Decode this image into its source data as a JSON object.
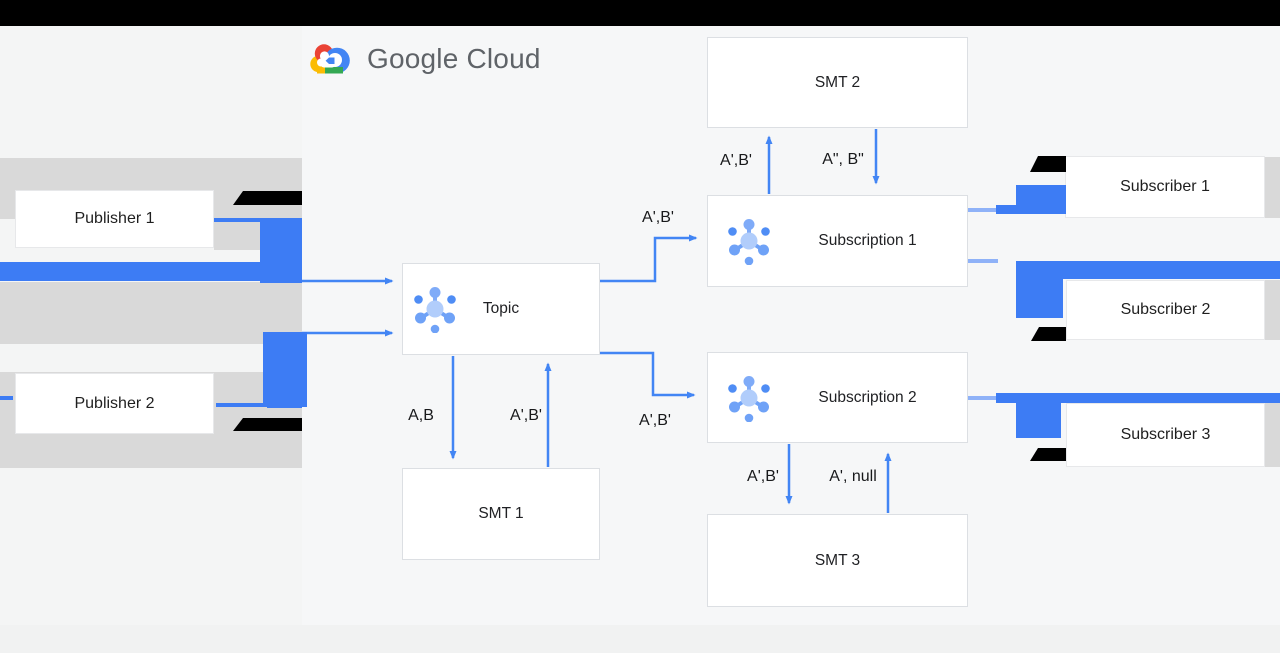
{
  "header": {
    "logo_text": "Google Cloud"
  },
  "nodes": {
    "publisher1": "Publisher 1",
    "publisher2": "Publisher 2",
    "topic": "Topic",
    "smt1": "SMT 1",
    "smt2": "SMT 2",
    "smt3": "SMT 3",
    "subscription1": "Subscription 1",
    "subscription2": "Subscription 2",
    "subscriber1": "Subscriber 1",
    "subscriber2": "Subscriber 2",
    "subscriber3": "Subscriber 3"
  },
  "edges": {
    "topic_to_smt1": "A,B",
    "smt1_to_topic": "A',B'",
    "topic_to_subscription1": "A',B'",
    "topic_to_subscription2": "A',B'",
    "subscription1_to_smt2": "A',B'",
    "smt2_to_subscription1": "A\", B\"",
    "subscription2_to_smt3": "A',B'",
    "smt3_to_subscription2": "A', null"
  },
  "icons": {
    "pubsub": "hub-and-spokes-pubsub-icon",
    "logo": "google-cloud-logo"
  },
  "colors": {
    "arrow_blue": "#4285f4",
    "bar_blue": "#3d7cf4",
    "bar_blue_light": "#8fb2f8",
    "icon_blue_light": "#b1cdfb",
    "icon_blue_medium": "#6fa2f7",
    "icon_blue_dark": "#4f8df5",
    "band_gray": "#d9d9d9",
    "logo_text_gray": "#5f6368",
    "logo_red": "#ea4335",
    "logo_yellow": "#fbbc04",
    "logo_green": "#34a853",
    "logo_blue": "#4285f4",
    "redaction_black": "#000000"
  }
}
